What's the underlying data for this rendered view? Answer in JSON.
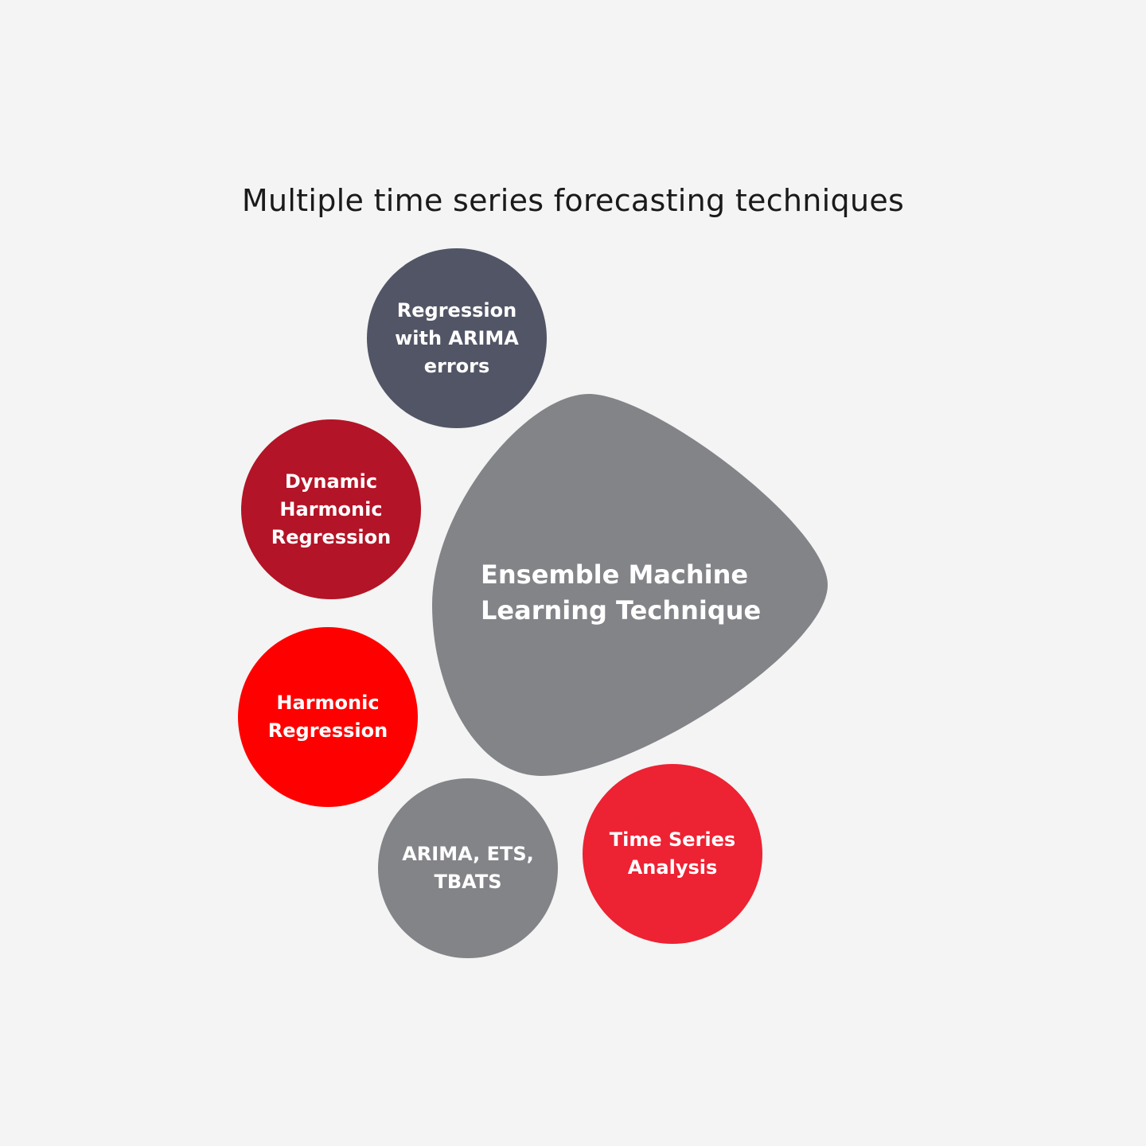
{
  "title": "Multiple time series forecasting techniques",
  "center": {
    "label": "Ensemble Machine\nLearning Technique",
    "color": "#838488"
  },
  "techniques": [
    {
      "label": "Regression\nwith ARIMA\nerrors",
      "color": "#525566"
    },
    {
      "label": "Dynamic\nHarmonic\nRegression",
      "color": "#b31427"
    },
    {
      "label": "Harmonic\nRegression",
      "color": "#ff0000"
    },
    {
      "label": "ARIMA, ETS,\nTBATS",
      "color": "#838488"
    },
    {
      "label": "Time Series\nAnalysis",
      "color": "#ed2233"
    }
  ]
}
